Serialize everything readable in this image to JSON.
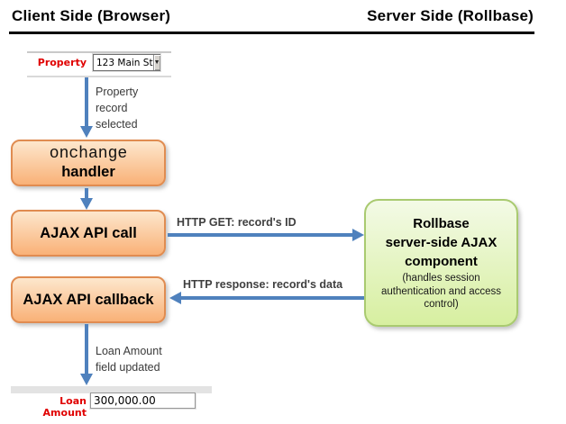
{
  "header": {
    "left_title": "Client Side (Browser)",
    "right_title": "Server Side (Rollbase)"
  },
  "property_form": {
    "label": "Property",
    "dropdown_value": "123 Main St",
    "dropdown_arrow_icon": "▼"
  },
  "annotations": {
    "property_selected": "Property\nrecord\nselected",
    "loan_updated": "Loan Amount\nfield updated"
  },
  "boxes": {
    "onchange": {
      "line1": "onchange",
      "line2": "handler"
    },
    "ajax_call": {
      "label": "AJAX API call"
    },
    "ajax_callback": {
      "label": "AJAX API callback"
    },
    "rollbase": {
      "title": "Rollbase\nserver-side AJAX\ncomponent",
      "subtitle": "(handles session\nauthentication and access\ncontrol)"
    }
  },
  "arrow_labels": {
    "http_get": "HTTP GET: record's ID",
    "http_response": "HTTP response: record's data"
  },
  "loan_form": {
    "label": "Loan Amount",
    "value": "300,000.00"
  },
  "colors": {
    "arrow": "#4f81bd",
    "orange-border": "#e08c51",
    "orange-top": "#fde7cd",
    "orange-bottom": "#f9b177",
    "green-border": "#a9ca70",
    "green-top": "#f3fae6",
    "green-bottom": "#d7efa0",
    "label-red": "#e00000"
  }
}
